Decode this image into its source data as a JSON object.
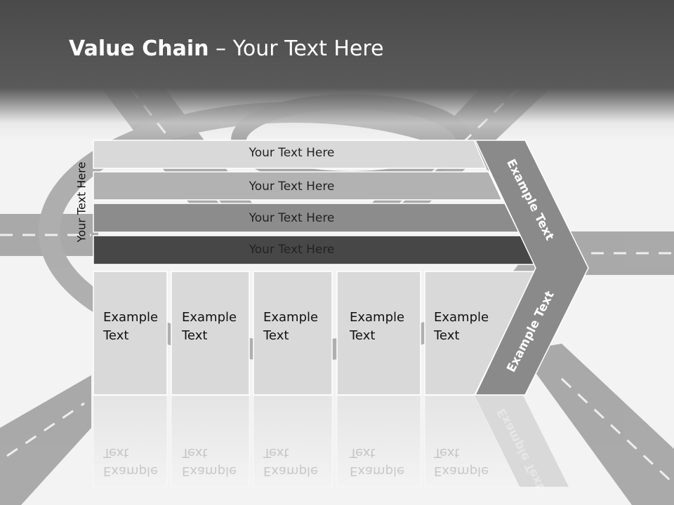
{
  "title": {
    "bold": "Value Chain",
    "regular": " – Your Text Here"
  },
  "side_label": "Your Text Here",
  "bands": [
    {
      "label": "Your Text Here"
    },
    {
      "label": "Your Text Here"
    },
    {
      "label": "Your Text Here"
    },
    {
      "label": "Your Text Here"
    }
  ],
  "cards": [
    {
      "line1": "Example",
      "line2": "Text"
    },
    {
      "line1": "Example",
      "line2": "Text"
    },
    {
      "line1": "Example",
      "line2": "Text"
    },
    {
      "line1": "Example",
      "line2": "Text"
    },
    {
      "line1": "Example",
      "line2": "Text"
    }
  ],
  "chevron": {
    "upper_label": "Example Text",
    "lower_label": "Example Text"
  },
  "colors": {
    "header": "#4a4a4a",
    "band_1": "#d9d9d9",
    "band_2": "#b2b2b2",
    "band_3": "#8c8c8c",
    "band_4": "#474747",
    "card": "#d9d9d9",
    "chevron": "#8a8a8a"
  }
}
